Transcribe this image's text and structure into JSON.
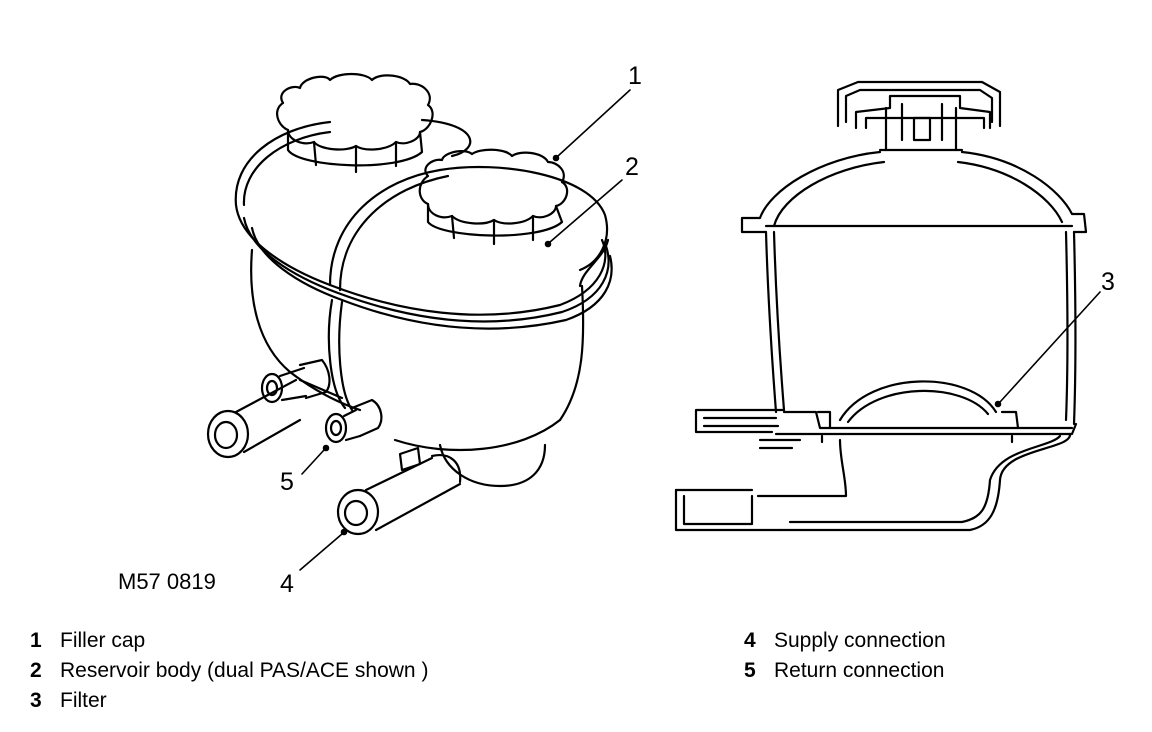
{
  "figure": {
    "reference": "M57 0819",
    "callouts": [
      "1",
      "2",
      "3",
      "4",
      "5"
    ]
  },
  "legend": {
    "left": [
      {
        "num": "1",
        "text": "Filler cap"
      },
      {
        "num": "2",
        "text": "Reservoir body (dual PAS/ACE shown )"
      },
      {
        "num": "3",
        "text": "Filter"
      }
    ],
    "right": [
      {
        "num": "4",
        "text": "Supply connection"
      },
      {
        "num": "5",
        "text": "Return connection"
      }
    ]
  }
}
